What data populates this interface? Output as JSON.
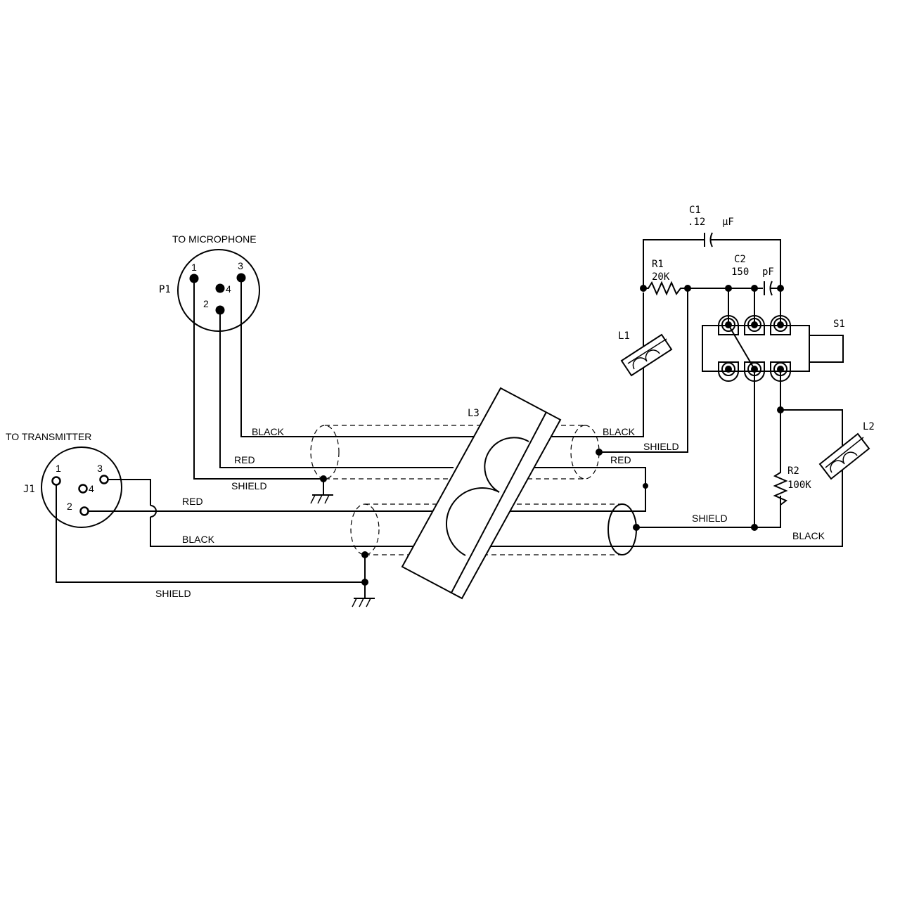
{
  "labels": {
    "to_microphone": "TO MICROPHONE",
    "to_transmitter": "TO TRANSMITTER",
    "p1": "P1",
    "j1": "J1",
    "l1": "L1",
    "l2": "L2",
    "l3": "L3",
    "s1": "S1",
    "c1_ref": "C1",
    "c1_value": ".12",
    "c1_unit": "µF",
    "c2_ref": "C2",
    "c2_value": "150",
    "c2_unit": "pF",
    "r1_ref": "R1",
    "r1_value": "20K",
    "r2_ref": "R2",
    "r2_value": "100K"
  },
  "pins": {
    "p1_1": "1",
    "p1_2": "2",
    "p1_3": "3",
    "p1_4": "4",
    "j1_1": "1",
    "j1_2": "2",
    "j1_3": "3",
    "j1_4": "4"
  },
  "wires": {
    "mic_black": "BLACK",
    "mic_red": "RED",
    "mic_shield": "SHIELD",
    "tx_red": "RED",
    "tx_black": "BLACK",
    "tx_shield": "SHIELD",
    "right_black_top": "BLACK",
    "right_shield_top": "SHIELD",
    "right_red": "RED",
    "right_shield_bottom": "SHIELD",
    "right_black_bottom": "BLACK"
  }
}
